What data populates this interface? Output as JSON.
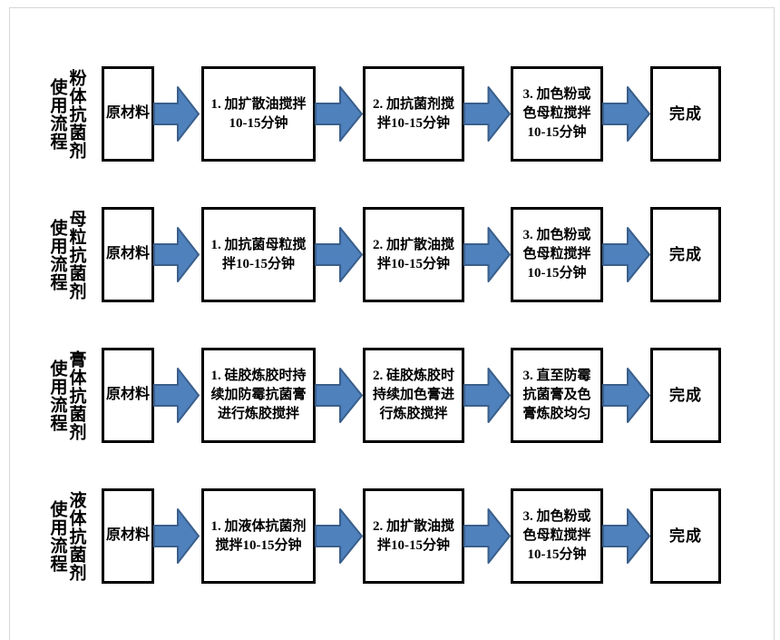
{
  "page": {
    "background": "#ffffff",
    "frame_color": "#d6d6d6"
  },
  "arrow": {
    "fill": "#4f81bd",
    "stroke": "#3a5f8b"
  },
  "box_border_color": "#000000",
  "rows": [
    {
      "id": "powder",
      "label_type": "粉体抗菌剂",
      "label_suffix": "使用流程",
      "start": "原材料",
      "steps": [
        "1. 加扩散油搅拌\n10-15分钟",
        "2. 加抗菌剂搅\n拌10-15分钟",
        "3. 加色粉或\n色母粒搅拌\n10-15分钟"
      ],
      "end": "完成"
    },
    {
      "id": "masterbatch",
      "label_type": "母粒抗菌剂",
      "label_suffix": "使用流程",
      "start": "原材料",
      "steps": [
        "1. 加抗菌母粒搅\n拌10-15分钟",
        "2. 加扩散油搅\n拌10-15分钟",
        "3. 加色粉或\n色母粒搅拌\n10-15分钟"
      ],
      "end": "完成"
    },
    {
      "id": "paste",
      "label_type": "膏体抗菌剂",
      "label_suffix": "使用流程",
      "start": "原材料",
      "steps": [
        "1. 硅胶炼胶时持\n续加防霉抗菌膏\n进行炼胶搅拌",
        "2. 硅胶炼胶时\n持续加色膏进\n行炼胶搅拌",
        "3. 直至防霉\n抗菌膏及色\n膏炼胶均匀"
      ],
      "end": "完成"
    },
    {
      "id": "liquid",
      "label_type": "液体抗菌剂",
      "label_suffix": "使用流程",
      "start": "原材料",
      "steps": [
        "1. 加液体抗菌剂\n搅拌10-15分钟",
        "2. 加扩散油搅\n拌10-15分钟",
        "3. 加色粉或\n色母粒搅拌\n10-15分钟"
      ],
      "end": "完成"
    }
  ]
}
